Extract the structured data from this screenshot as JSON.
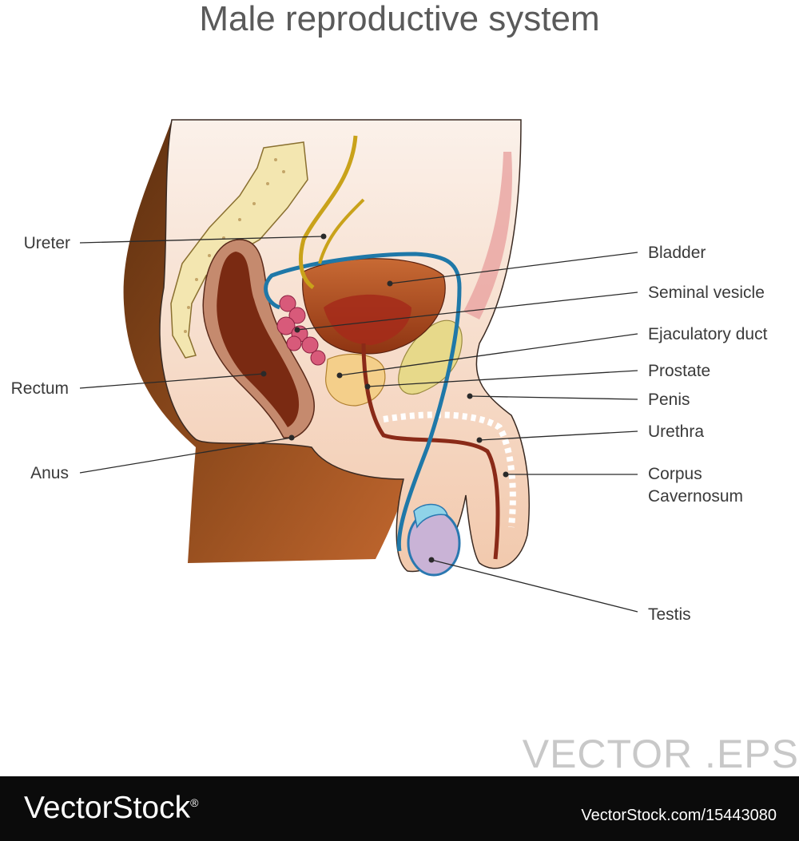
{
  "title": "Male reproductive system",
  "labels": {
    "ureter": "Ureter",
    "rectum": "Rectum",
    "anus": "Anus",
    "bladder": "Bladder",
    "seminal_vesicle": "Seminal vesicle",
    "ejaculatory_duct": "Ejaculatory duct",
    "prostate": "Prostate",
    "penis": "Penis",
    "urethra": "Urethra",
    "corpus_line1": "Corpus",
    "corpus_line2": "Cavernosum",
    "testis": "Testis"
  },
  "watermark": "VECTOR .EPS",
  "footer": {
    "brand": "VectorStock",
    "registered": "®",
    "stock_id": "VectorStock.com/15443080"
  },
  "colors": {
    "skin_dark": "#8a4a20",
    "skin_light": "#f7d9c4",
    "rectum": "#7a2a12",
    "bladder": "#b5501e",
    "vas_deferens": "#1f78a8",
    "ureter": "#c9a21a",
    "bone": "#f3e6b0"
  }
}
